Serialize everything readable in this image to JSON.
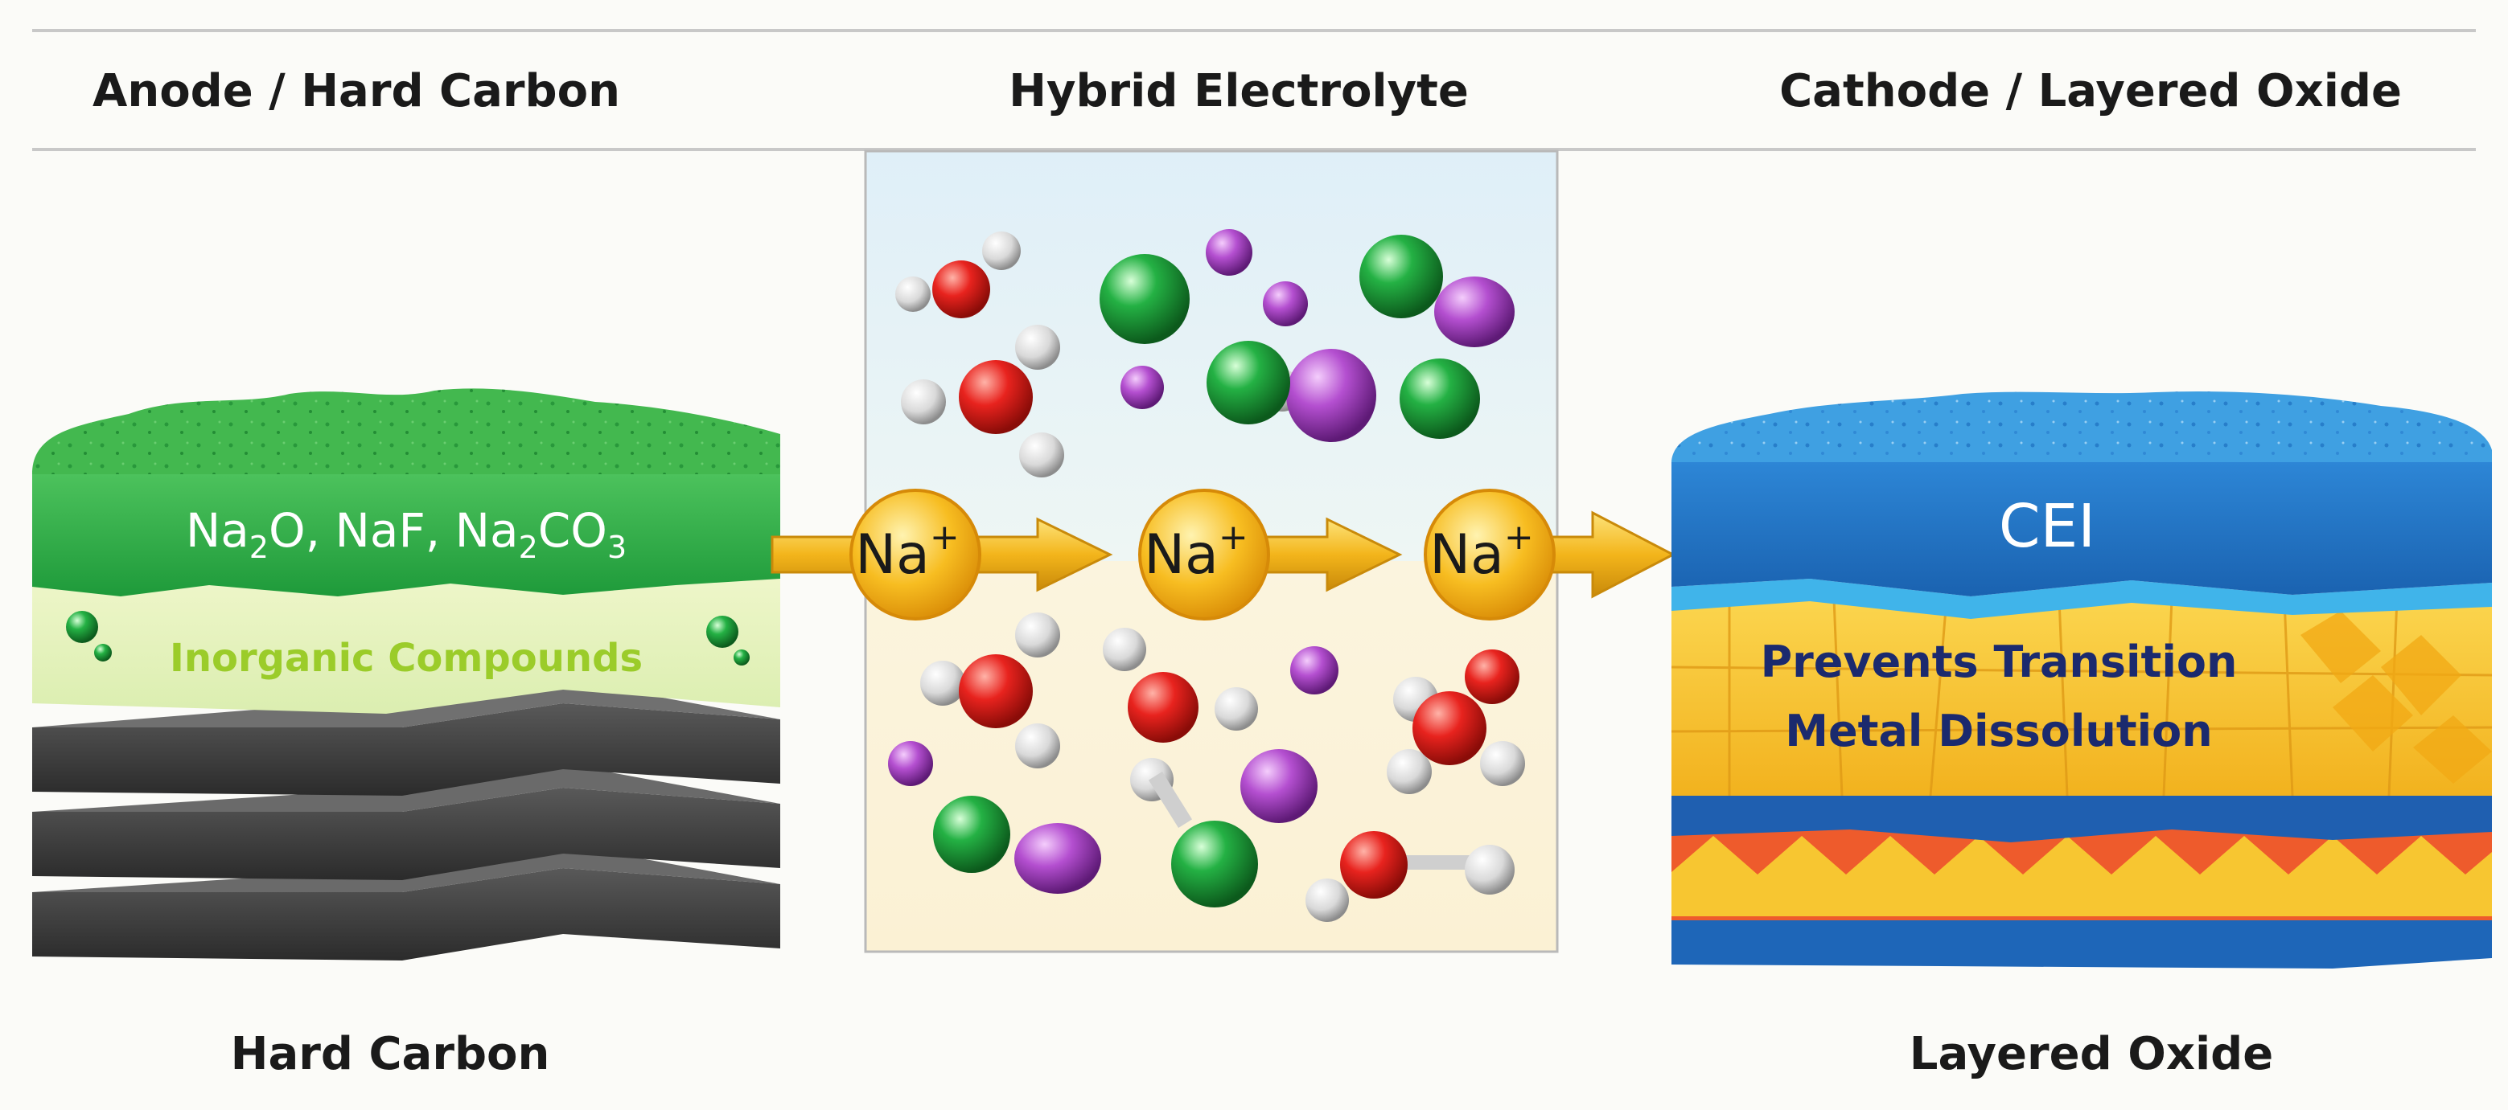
{
  "headers": {
    "anode": "Anode / Hard Carbon",
    "electrolyte": "Hybrid Electrolyte",
    "cathode": "Cathode / Layered Oxide"
  },
  "anode": {
    "sei_formula": {
      "part1": "Na",
      "sub1": "2",
      "part2": "O, NaF, Na",
      "sub2": "2",
      "part3": "CO",
      "sub3": "3"
    },
    "inorganic_label": "Inorganic Compounds",
    "caption": "Hard Carbon"
  },
  "ion": {
    "symbol": "Na",
    "charge": "+"
  },
  "cathode": {
    "cei_label": "CEI",
    "benefit_line1": "Prevents Transition",
    "benefit_line2": "Metal Dissolution",
    "caption": "Layered Oxide"
  },
  "colors": {
    "sei_green": "#2bb34a",
    "carbon_dark": "#3e3e3e",
    "cathode_blue": "#1f74c8",
    "oxide_yellow": "#f7c631",
    "oxide_red": "#ee5b2c",
    "arrow_gold": "#f3b51b",
    "oxygen_red": "#e8231e",
    "chlorine_green": "#1fa83c",
    "anion_purple": "#a43bc0",
    "label_navy": "#1b2a6e",
    "inorganic_text": "#9bcc2a"
  }
}
